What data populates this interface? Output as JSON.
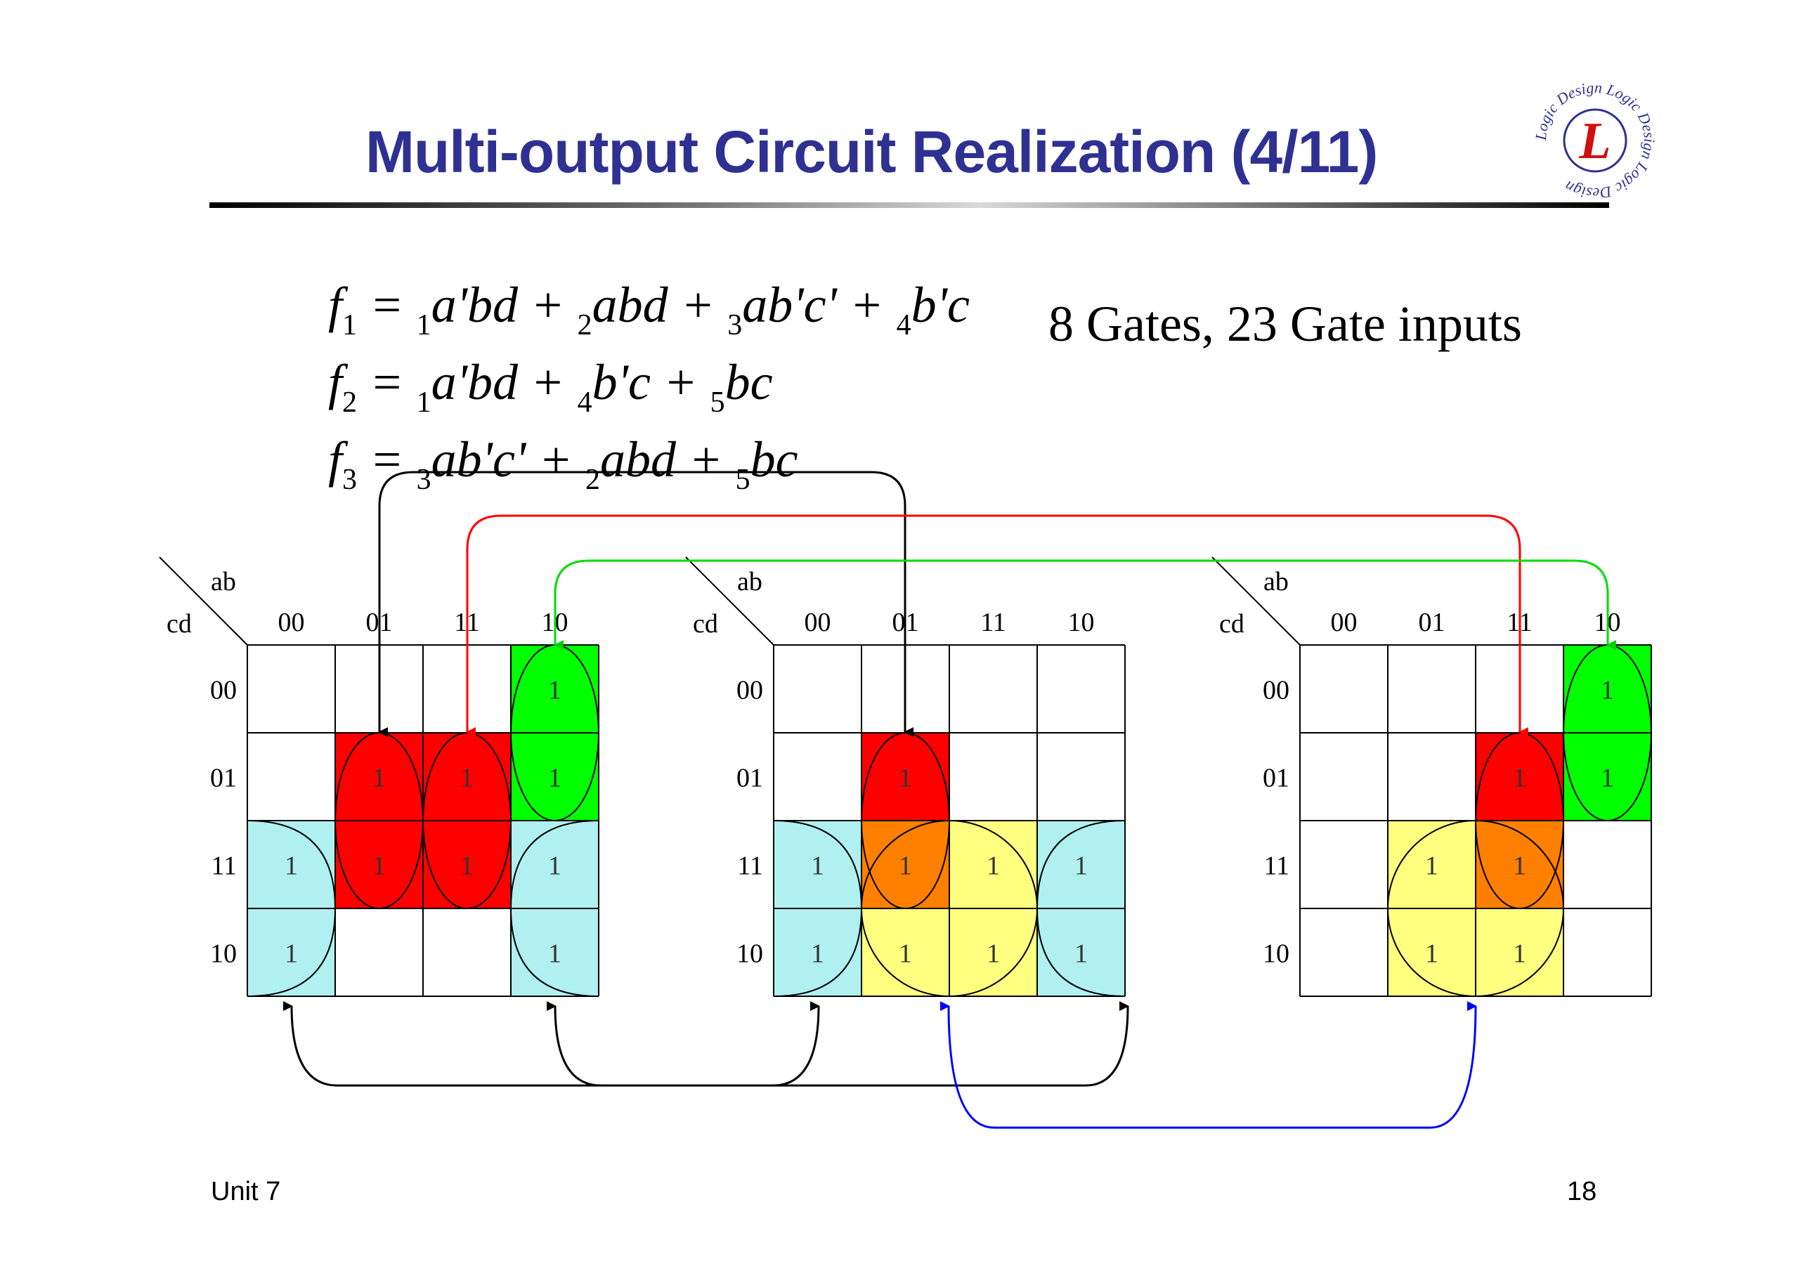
{
  "title": "Multi-output Circuit Realization (4/11)",
  "logo": {
    "center": "L",
    "ring_text": "Logic Design Logic Design Logic Design"
  },
  "equations": [
    {
      "f": "f",
      "fsub": "1",
      "terms": [
        {
          "num": "1",
          "expr": "a'bd"
        },
        {
          "num": "2",
          "expr": "abd"
        },
        {
          "num": "3",
          "expr": "ab'c'"
        },
        {
          "num": "4",
          "expr": "b'c"
        }
      ]
    },
    {
      "f": "f",
      "fsub": "2",
      "terms": [
        {
          "num": "1",
          "expr": "a'bd"
        },
        {
          "num": "4",
          "expr": "b'c"
        },
        {
          "num": "5",
          "expr": "bc"
        }
      ]
    },
    {
      "f": "f",
      "fsub": "3",
      "terms": [
        {
          "num": "3",
          "expr": "ab'c'"
        },
        {
          "num": "2",
          "expr": "abd"
        },
        {
          "num": "5",
          "expr": "bc"
        }
      ]
    }
  ],
  "gates_note": "8 Gates, 23 Gate inputs",
  "kmap": {
    "col_var": "ab",
    "row_var": "cd",
    "col_labels": [
      "00",
      "01",
      "11",
      "10"
    ],
    "row_labels": [
      "00",
      "01",
      "11",
      "10"
    ],
    "cell_value": "1"
  },
  "maps": [
    {
      "name": "f1",
      "ones": [
        [
          0,
          3
        ],
        [
          1,
          1
        ],
        [
          1,
          2
        ],
        [
          1,
          3
        ],
        [
          2,
          0
        ],
        [
          2,
          1
        ],
        [
          2,
          2
        ],
        [
          2,
          3
        ],
        [
          3,
          0
        ],
        [
          3,
          3
        ]
      ]
    },
    {
      "name": "f2",
      "ones": [
        [
          1,
          1
        ],
        [
          2,
          0
        ],
        [
          2,
          1
        ],
        [
          2,
          2
        ],
        [
          2,
          3
        ],
        [
          3,
          0
        ],
        [
          3,
          1
        ],
        [
          3,
          2
        ],
        [
          3,
          3
        ]
      ]
    },
    {
      "name": "f3",
      "ones": [
        [
          0,
          3
        ],
        [
          1,
          2
        ],
        [
          1,
          3
        ],
        [
          2,
          1
        ],
        [
          2,
          2
        ],
        [
          3,
          1
        ],
        [
          3,
          2
        ]
      ]
    }
  ],
  "colors": {
    "title": "#2e3192",
    "red": "#ff0000",
    "green": "#00ff00",
    "cyan": "#b0f0f0",
    "yellow": "#ffff80",
    "orange": "#ff8000",
    "blue": "#0000ff",
    "black": "#000000"
  },
  "footer": {
    "left": "Unit 7",
    "right": "18"
  }
}
